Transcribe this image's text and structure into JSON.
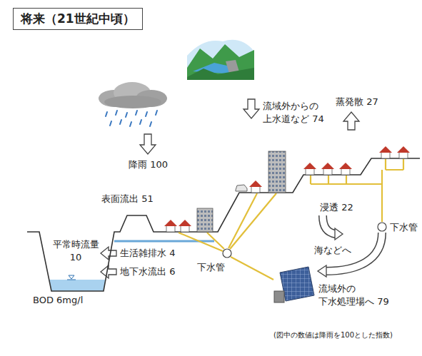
{
  "diagram": {
    "title": "将来（21世紀中頃）",
    "caption": "(図中の数値は降雨を100とした指数)",
    "labels": [
      "流域外からの 上水道など 74",
      "蒸発散 27",
      "降雨 100",
      "表面流出 51",
      "浸透 22",
      "平常時流量 10",
      "生活雑排水 4",
      "海などへ",
      "下水管",
      "地下水流出 6",
      "下水管",
      "流域外の 下水処理場へ 79",
      "BOD 6mg/l"
    ]
  }
}
